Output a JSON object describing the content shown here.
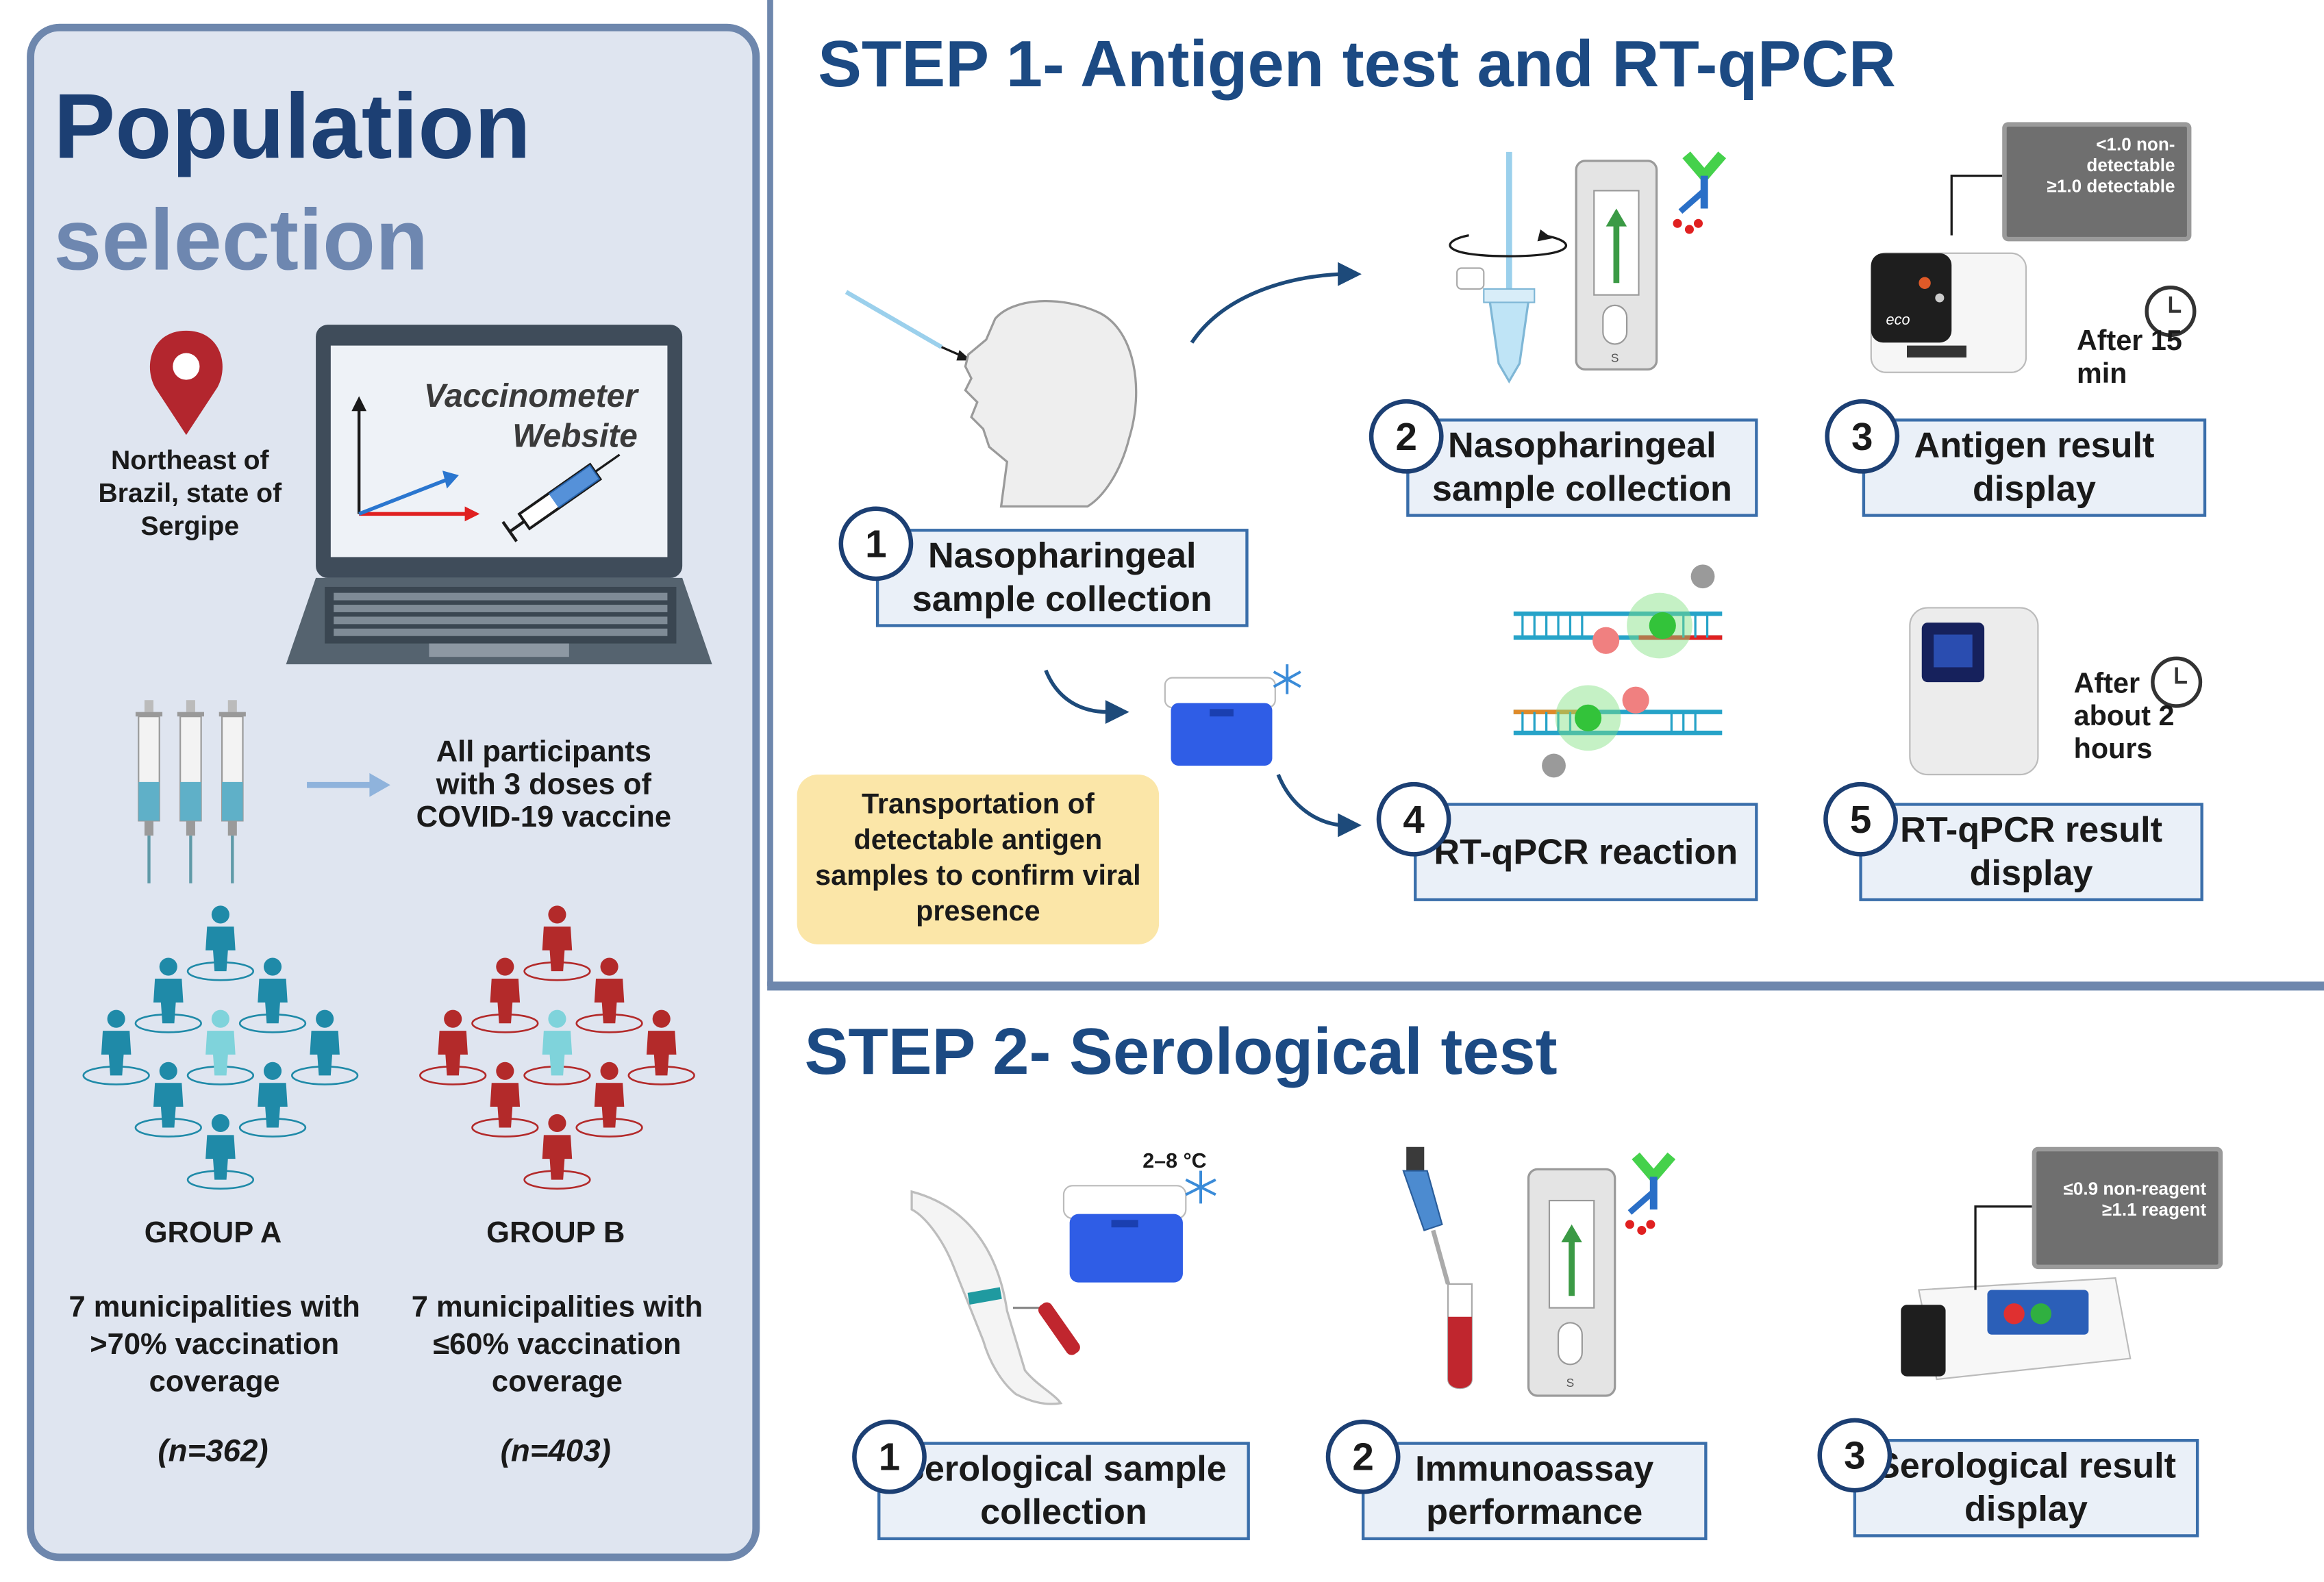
{
  "population": {
    "title_line1": "Population",
    "title_line2": "selection",
    "location_label": "Northeast of Brazil, state of Sergipe",
    "laptop_text": "Vaccinometer Website",
    "participants": "All participants with 3 doses of COVID-19 vaccine",
    "group_a": {
      "name": "GROUP A",
      "desc": "7 municipalities with >70% vaccination coverage",
      "n": "(n=362)",
      "color": "#1f8aa8"
    },
    "group_b": {
      "name": "GROUP B",
      "desc": "7 municipalities with ≤60% vaccination coverage",
      "n": "(n=403)",
      "color": "#b32a2a"
    }
  },
  "step1": {
    "title": "STEP 1- Antigen test and RT-qPCR",
    "items": [
      {
        "num": "1",
        "label": "Nasopharingeal sample collection"
      },
      {
        "num": "2",
        "label": "Nasopharingeal sample collection"
      },
      {
        "num": "3",
        "label": "Antigen result display"
      },
      {
        "num": "4",
        "label": "RT-qPCR reaction"
      },
      {
        "num": "5",
        "label": "RT-qPCR result display"
      }
    ],
    "antigen_screen": [
      "<1.0 non-detectable",
      "≥1.0 detectable"
    ],
    "antigen_time": "After 15 min",
    "pcr_time": "After about 2 hours",
    "transport_note": "Transportation of detectable antigen samples to confirm viral presence"
  },
  "step2": {
    "title": "STEP 2- Serological test",
    "items": [
      {
        "num": "1",
        "label": "Serological sample collection"
      },
      {
        "num": "2",
        "label": "Immunoassay performance"
      },
      {
        "num": "3",
        "label": "Serological result display"
      }
    ],
    "temperature": "2–8 °C",
    "sero_screen": [
      "≤0.9 non-reagent",
      "≥1.1 reagent"
    ]
  },
  "icons": {
    "location": "map-pin-icon",
    "laptop": "laptop-icon",
    "syringe": "syringe-icon",
    "people": "people-network-icon",
    "swab": "nasal-swab-icon",
    "head": "head-profile-icon",
    "cooler": "cooler-box-icon",
    "snowflake": "snowflake-icon",
    "test_cassette": "test-cassette-icon",
    "antibody": "antibody-icon",
    "reader": "test-reader-icon",
    "clock": "clock-icon",
    "qpcr": "qpcr-machine-icon",
    "dna": "dna-probe-icon",
    "arm": "blood-draw-arm-icon",
    "pipette": "pipette-icon"
  },
  "colors": {
    "navy": "#1c3f73",
    "panel_bg": "#dfe5f0",
    "panel_border": "#6e87ad",
    "label_border": "#3a6eaa",
    "cooler_blue": "#2f5de6",
    "note_bg": "#fbe6a8"
  }
}
